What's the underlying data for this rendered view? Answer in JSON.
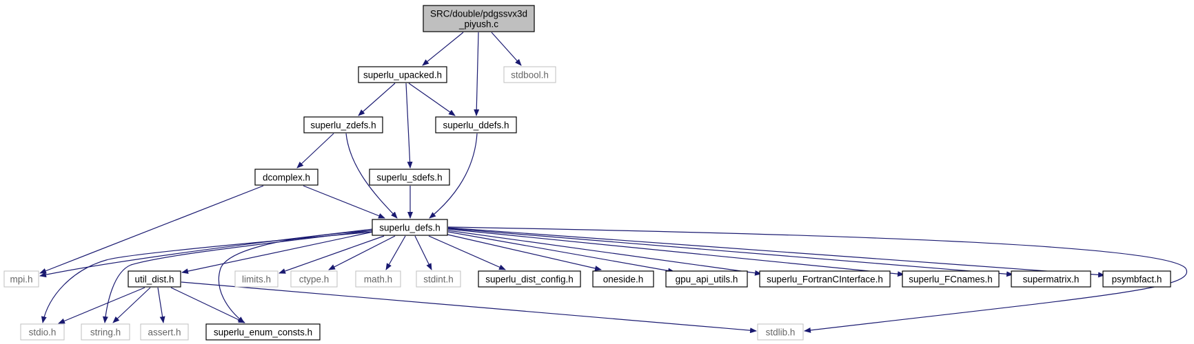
{
  "diagram": {
    "colors": {
      "edge": "#191970",
      "root_fill": "#bfbfbf",
      "node_fill": "#ffffff",
      "node_border": "#000000",
      "external_border": "#bfbfbf",
      "external_text": "#666666"
    },
    "nodes": [
      {
        "id": "root",
        "lines": [
          "SRC/double/pdgssvx3d",
          "_piyush.c"
        ],
        "style": "root"
      },
      {
        "id": "superlu_upacked",
        "lines": [
          "superlu_upacked.h"
        ],
        "style": "internal"
      },
      {
        "id": "stdbool",
        "lines": [
          "stdbool.h"
        ],
        "style": "external"
      },
      {
        "id": "superlu_zdefs",
        "lines": [
          "superlu_zdefs.h"
        ],
        "style": "internal"
      },
      {
        "id": "superlu_ddefs",
        "lines": [
          "superlu_ddefs.h"
        ],
        "style": "internal"
      },
      {
        "id": "dcomplex",
        "lines": [
          "dcomplex.h"
        ],
        "style": "internal"
      },
      {
        "id": "superlu_sdefs",
        "lines": [
          "superlu_sdefs.h"
        ],
        "style": "internal"
      },
      {
        "id": "superlu_defs",
        "lines": [
          "superlu_defs.h"
        ],
        "style": "internal"
      },
      {
        "id": "mpi",
        "lines": [
          "mpi.h"
        ],
        "style": "external"
      },
      {
        "id": "util_dist",
        "lines": [
          "util_dist.h"
        ],
        "style": "internal"
      },
      {
        "id": "limits",
        "lines": [
          "limits.h"
        ],
        "style": "external"
      },
      {
        "id": "ctype",
        "lines": [
          "ctype.h"
        ],
        "style": "external"
      },
      {
        "id": "math",
        "lines": [
          "math.h"
        ],
        "style": "external"
      },
      {
        "id": "stdint",
        "lines": [
          "stdint.h"
        ],
        "style": "external"
      },
      {
        "id": "superlu_dist_config",
        "lines": [
          "superlu_dist_config.h"
        ],
        "style": "internal"
      },
      {
        "id": "oneside",
        "lines": [
          "oneside.h"
        ],
        "style": "internal"
      },
      {
        "id": "gpu_api_utils",
        "lines": [
          "gpu_api_utils.h"
        ],
        "style": "internal"
      },
      {
        "id": "superlu_FortranCInterface",
        "lines": [
          "superlu_FortranCInterface.h"
        ],
        "style": "internal"
      },
      {
        "id": "superlu_FCnames",
        "lines": [
          "superlu_FCnames.h"
        ],
        "style": "internal"
      },
      {
        "id": "supermatrix",
        "lines": [
          "supermatrix.h"
        ],
        "style": "internal"
      },
      {
        "id": "psymbfact",
        "lines": [
          "psymbfact.h"
        ],
        "style": "internal"
      },
      {
        "id": "stdio",
        "lines": [
          "stdio.h"
        ],
        "style": "external"
      },
      {
        "id": "string",
        "lines": [
          "string.h"
        ],
        "style": "external"
      },
      {
        "id": "assert",
        "lines": [
          "assert.h"
        ],
        "style": "external"
      },
      {
        "id": "superlu_enum_consts",
        "lines": [
          "superlu_enum_consts.h"
        ],
        "style": "internal"
      },
      {
        "id": "stdlib",
        "lines": [
          "stdlib.h"
        ],
        "style": "external"
      }
    ],
    "edges": [
      {
        "from": "root",
        "to": "superlu_upacked"
      },
      {
        "from": "root",
        "to": "superlu_ddefs"
      },
      {
        "from": "root",
        "to": "stdbool"
      },
      {
        "from": "superlu_upacked",
        "to": "superlu_zdefs"
      },
      {
        "from": "superlu_upacked",
        "to": "superlu_ddefs"
      },
      {
        "from": "superlu_upacked",
        "to": "superlu_sdefs"
      },
      {
        "from": "superlu_zdefs",
        "to": "dcomplex"
      },
      {
        "from": "superlu_zdefs",
        "to": "superlu_defs"
      },
      {
        "from": "superlu_ddefs",
        "to": "superlu_defs"
      },
      {
        "from": "superlu_sdefs",
        "to": "superlu_defs"
      },
      {
        "from": "dcomplex",
        "to": "superlu_defs"
      },
      {
        "from": "dcomplex",
        "to": "mpi"
      },
      {
        "from": "superlu_defs",
        "to": "mpi"
      },
      {
        "from": "superlu_defs",
        "to": "stdio"
      },
      {
        "from": "superlu_defs",
        "to": "string"
      },
      {
        "from": "superlu_defs",
        "to": "superlu_enum_consts"
      },
      {
        "from": "superlu_defs",
        "to": "util_dist"
      },
      {
        "from": "superlu_defs",
        "to": "limits"
      },
      {
        "from": "superlu_defs",
        "to": "ctype"
      },
      {
        "from": "superlu_defs",
        "to": "math"
      },
      {
        "from": "superlu_defs",
        "to": "stdint"
      },
      {
        "from": "superlu_defs",
        "to": "superlu_dist_config"
      },
      {
        "from": "superlu_defs",
        "to": "oneside"
      },
      {
        "from": "superlu_defs",
        "to": "gpu_api_utils"
      },
      {
        "from": "superlu_defs",
        "to": "superlu_FortranCInterface"
      },
      {
        "from": "superlu_defs",
        "to": "superlu_FCnames"
      },
      {
        "from": "superlu_defs",
        "to": "supermatrix"
      },
      {
        "from": "superlu_defs",
        "to": "psymbfact"
      },
      {
        "from": "superlu_defs",
        "to": "stdlib"
      },
      {
        "from": "util_dist",
        "to": "stdio"
      },
      {
        "from": "util_dist",
        "to": "string"
      },
      {
        "from": "util_dist",
        "to": "assert"
      },
      {
        "from": "util_dist",
        "to": "superlu_enum_consts"
      },
      {
        "from": "util_dist",
        "to": "stdlib"
      }
    ]
  }
}
